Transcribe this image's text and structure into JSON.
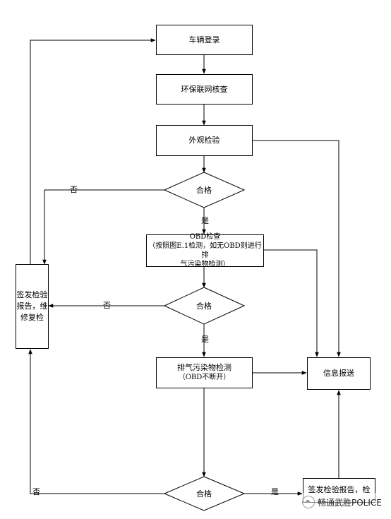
{
  "steps": {
    "vehicle_login": "车辆登录",
    "env_network_check": "环保联网核查",
    "appearance_check": "外观检验",
    "decision_1": "合格",
    "obd_check_title": "OBD检查",
    "obd_check_line2": "（按照图E.1检测，如无OBD则进行排",
    "obd_check_line3": "气污染物检测）",
    "decision_2": "合格",
    "emission_test_title": "排气污染物检测",
    "emission_test_sub": "（OBD不断开）",
    "decision_3": "合格",
    "info_submit": "信息报送",
    "issue_report_repair_line1": "签发检验",
    "issue_report_repair_line2": "报告，维",
    "issue_report_repair_line3": "修复检",
    "issue_report_line1": "签发检验报告，检"
  },
  "labels": {
    "no_1": "否",
    "yes_1": "是",
    "no_2": "否",
    "yes_2": "是",
    "no_3": "否",
    "yes_3": "是"
  },
  "watermark": {
    "text": "畅通武胜POLICE",
    "icon": "wechat-icon"
  },
  "colors": {
    "line": "#000000",
    "box_fill": "#ffffff"
  }
}
